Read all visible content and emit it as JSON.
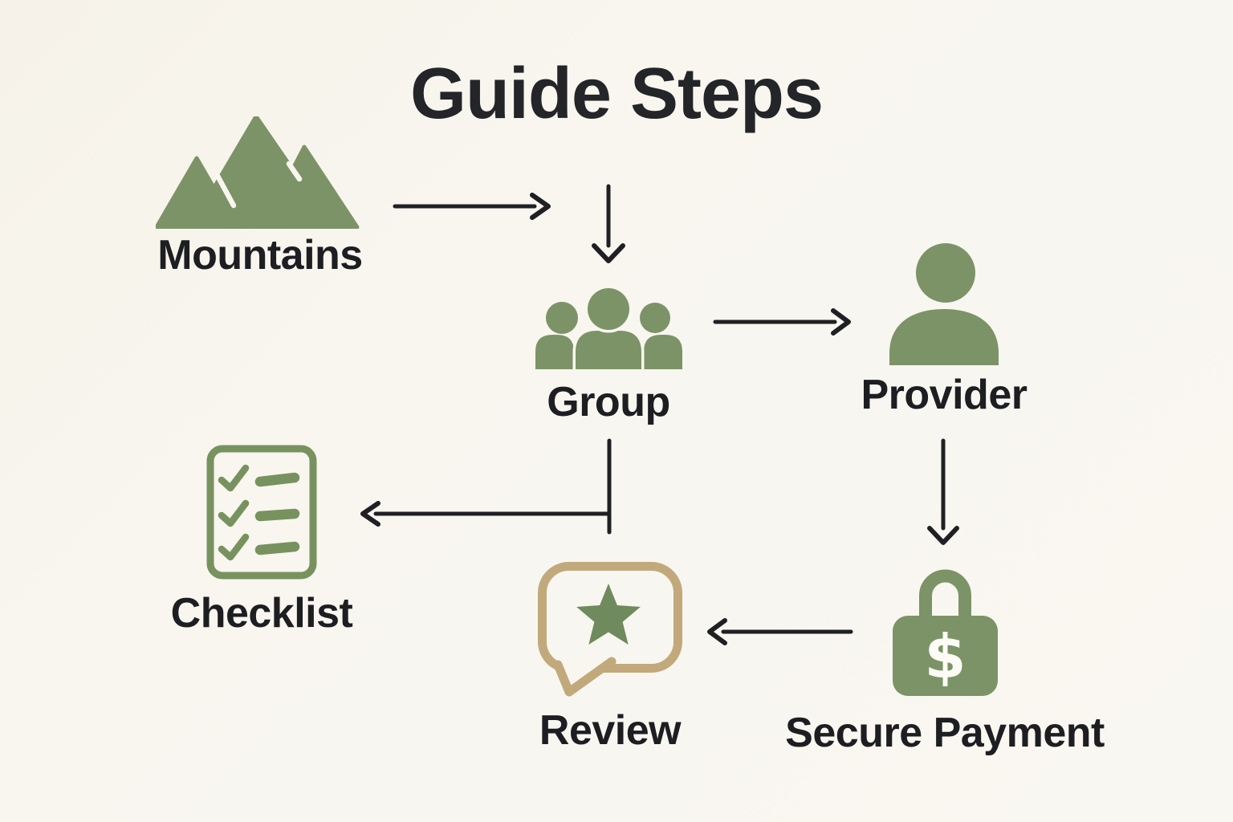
{
  "diagram": {
    "title": "Guide Steps",
    "nodes": [
      {
        "id": "mountains",
        "label": "Mountains",
        "icon": "mountains-icon"
      },
      {
        "id": "group",
        "label": "Group",
        "icon": "group-people-icon"
      },
      {
        "id": "provider",
        "label": "Provider",
        "icon": "provider-person-icon"
      },
      {
        "id": "checklist",
        "label": "Checklist",
        "icon": "checklist-document-icon"
      },
      {
        "id": "review",
        "label": "Review",
        "icon": "review-speech-bubble-star-icon"
      },
      {
        "id": "secure-payment",
        "label": "Secure Payment",
        "icon": "padlock-dollar-icon"
      }
    ],
    "edges": [
      {
        "from": "mountains",
        "to": "group",
        "direction": "right"
      },
      {
        "from": "title",
        "to": "group",
        "direction": "down"
      },
      {
        "from": "group",
        "to": "provider",
        "direction": "right"
      },
      {
        "from": "provider",
        "to": "secure-payment",
        "direction": "down"
      },
      {
        "from": "secure-payment",
        "to": "review",
        "direction": "left"
      },
      {
        "from": "group",
        "to": "checklist",
        "direction": "down-then-left"
      }
    ],
    "padlock_symbol": "$",
    "colors": {
      "background": "#f8f6ef",
      "icon_green": "#7c9367",
      "checklist_green": "#78925f",
      "star_green": "#6f8a5c",
      "review_tan": "#c2a97c",
      "text_ink": "#1c1e22",
      "arrow_ink": "#1e2024",
      "padlock_symbol_color": "#fcfbf5"
    }
  }
}
